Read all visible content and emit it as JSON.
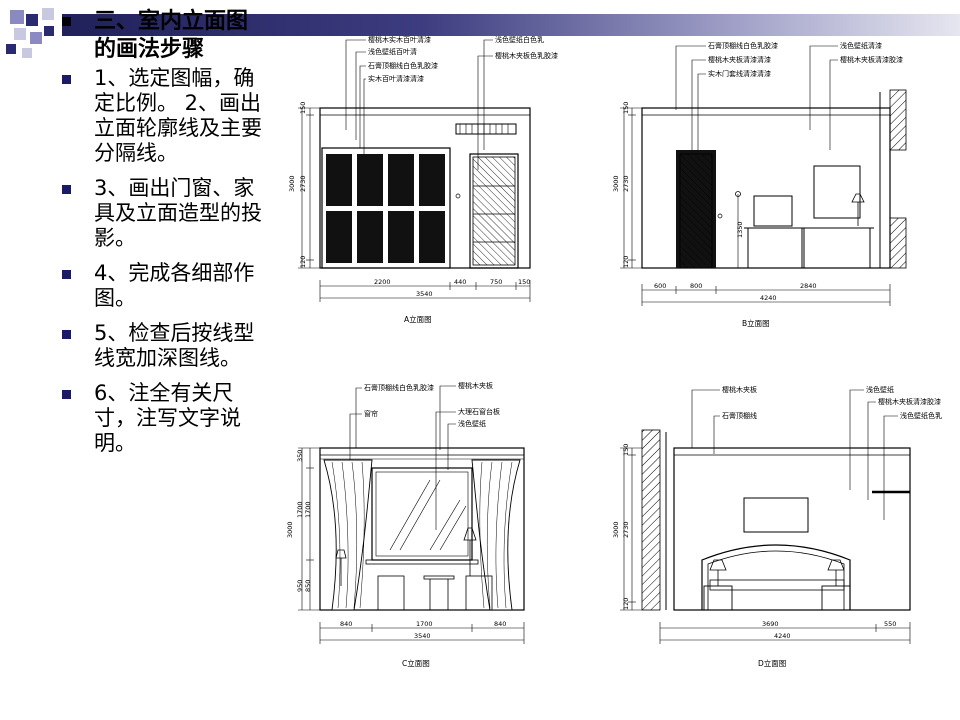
{
  "slide": {
    "title": "三、室内立面图的画法步骤",
    "bullets": [
      "1、选定图幅，确定比例。 2、画出立面轮廓线及主要分隔线。",
      "3、画出门窗、家具及立面造型的投影。",
      "4、完成各细部作图。",
      "5、检查后按线型线宽加深图线。",
      "6、注全有关尺寸，注写文字说明。"
    ]
  },
  "elevation_a": {
    "caption": "A立面图",
    "labels": [
      "樱桃木实木百叶清漆",
      "浅色壁纸百叶清",
      "石膏顶棚线白色乳胶漆",
      "实木百叶清漆清漆",
      "浅色壁纸白色乳",
      "樱桃木夹板色乳胶漆"
    ],
    "dims_bottom": [
      "2200",
      "440",
      "750",
      "150"
    ],
    "dim_total": "3540",
    "dims_left": [
      "3000",
      "2730",
      "150",
      "120"
    ]
  },
  "elevation_b": {
    "caption": "B立面图",
    "labels": [
      "石膏顶棚线白色乳胶漆",
      "樱桃木夹板清漆清漆",
      "实木门套线清漆清漆",
      "浅色壁纸清漆",
      "樱桃木夹板清漆胶漆"
    ],
    "dims_bottom": [
      "600",
      "800",
      "2840"
    ],
    "dim_total": "4240",
    "dims_left": [
      "3000",
      "2730",
      "150",
      "120",
      "1350"
    ]
  },
  "elevation_c": {
    "caption": "C立面图",
    "labels": [
      "石膏顶棚线白色乳胶漆",
      "窗帘",
      "樱桃木夹板",
      "大理石窗台板",
      "浅色壁纸"
    ],
    "dims_bottom": [
      "840",
      "1700",
      "840"
    ],
    "dim_total": "3540",
    "dims_left": [
      "3000",
      "350",
      "1700",
      "950",
      "1700",
      "850"
    ]
  },
  "elevation_d": {
    "caption": "D立面图",
    "labels": [
      "樱桃木夹板",
      "石膏顶棚线",
      "浅色壁纸",
      "樱桃木夹板清漆胶漆",
      "浅色壁纸色乳"
    ],
    "dims_bottom": [
      "3690",
      "550"
    ],
    "dim_total": "4240",
    "dims_left": [
      "3000",
      "2730",
      "150",
      "120"
    ]
  },
  "colors": {
    "title_bar_dark": "#20205a",
    "bullet": "#1a1a66",
    "deco_squares": [
      "#2a2a70",
      "#8a8ac0",
      "#c8c8e0"
    ]
  }
}
